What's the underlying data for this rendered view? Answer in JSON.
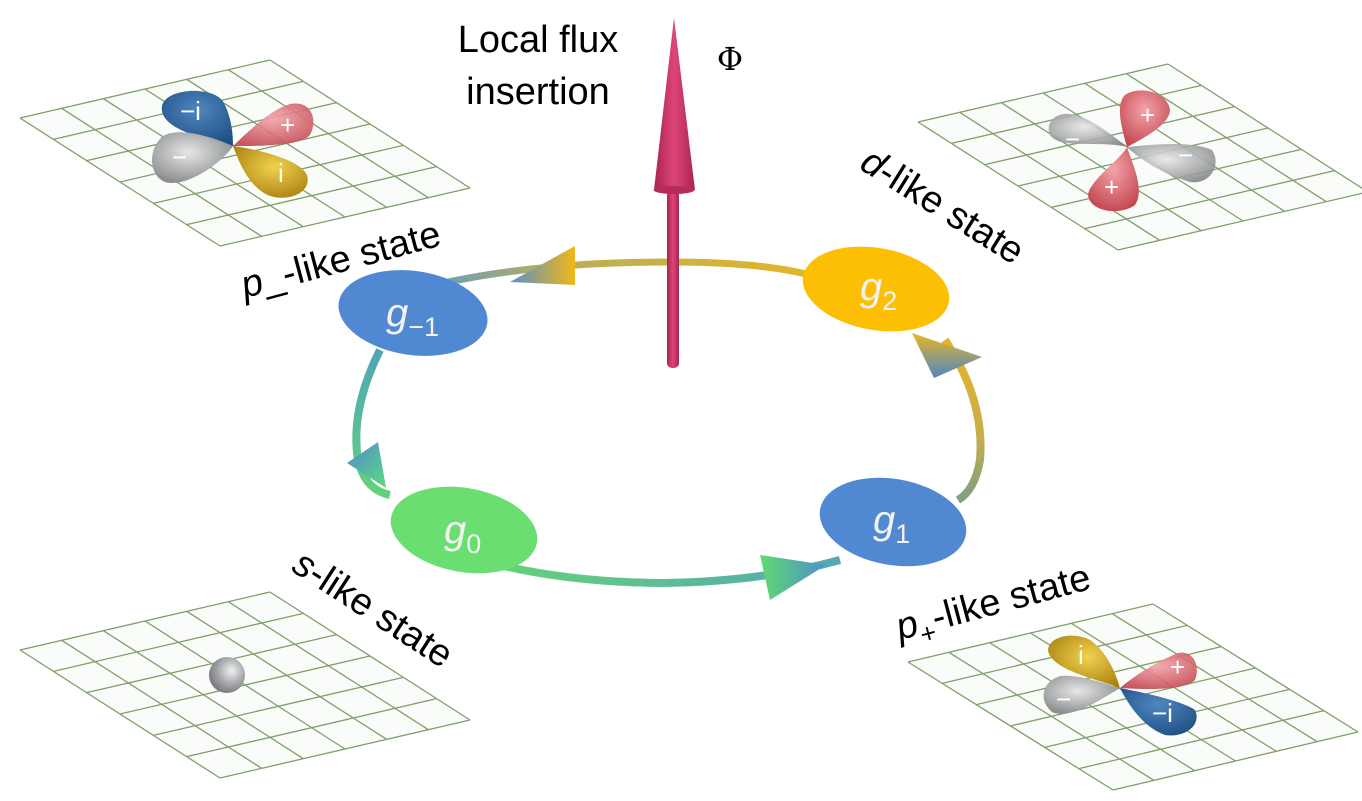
{
  "title": {
    "line1": "Local flux",
    "line2": "insertion",
    "flux_symbol": "Φ"
  },
  "colors": {
    "flux_arrow": "#d2386a",
    "node_blue": "#5089d2",
    "node_yellow": "#fcbf04",
    "node_green": "#6bde71",
    "ring_yellow": "#e1b52c",
    "ring_green": "#5fcc8a",
    "grid": "#7f9f6a",
    "lobe_blue": "#2a6299",
    "lobe_gray": "#a0a2a5",
    "lobe_red": "#d4646c",
    "lobe_gold": "#cfa219"
  },
  "nodes": [
    {
      "id": "g-1",
      "base": "g",
      "sub": "−1",
      "color": "node_blue"
    },
    {
      "id": "g2",
      "base": "g",
      "sub": "2",
      "color": "node_yellow"
    },
    {
      "id": "g0",
      "base": "g",
      "sub": "0",
      "color": "node_green"
    },
    {
      "id": "g1",
      "base": "g",
      "sub": "1",
      "color": "node_blue"
    }
  ],
  "states": {
    "p_minus": {
      "italic": "p",
      "sub": "_",
      "rest": "-like state",
      "lobes": [
        "−i",
        "+",
        "i",
        "−"
      ]
    },
    "d": {
      "italic": "d",
      "rest": "-like state",
      "lobes": [
        "+",
        "−",
        "+",
        "−"
      ]
    },
    "s": {
      "italic": "s",
      "rest": "-like state"
    },
    "p_plus": {
      "italic": "p",
      "sub": "+",
      "rest": "-like state",
      "lobes": [
        "i",
        "+",
        "−",
        "−i"
      ]
    }
  }
}
